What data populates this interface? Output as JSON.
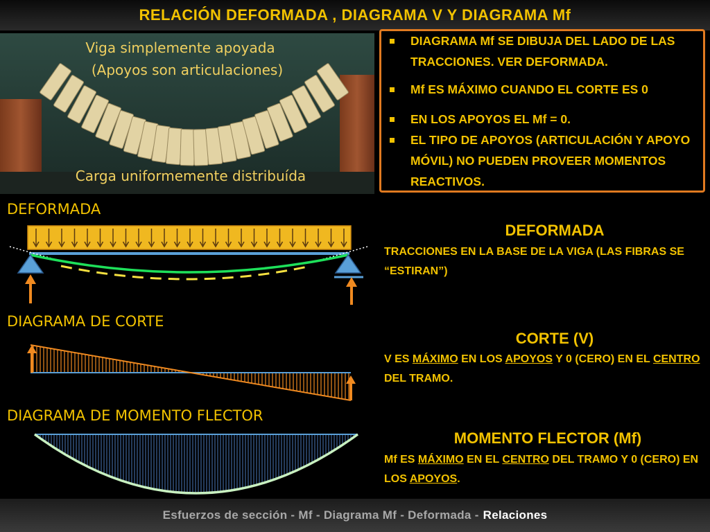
{
  "title": "RELACIÓN DEFORMADA , DIAGRAMA V Y DIAGRAMA Mf",
  "photo": {
    "caption_line1": "Viga simplemente apoyada",
    "caption_line2": "(Apoyos son articulaciones)",
    "caption_bottom": "Carga uniformemente distribuída"
  },
  "notes": [
    "DIAGRAMA  Mf SE DIBUJA DEL LADO DE LAS TRACCIONES. VER DEFORMADA.",
    "Mf  ES MÁXIMO CUANDO EL CORTE ES 0",
    "EN LOS APOYOS EL Mf = 0.",
    "EL TIPO DE APOYOS (ARTICULACIÓN Y APOYO MÓVIL) NO PUEDEN PROVEER MOMENTOS REACTIVOS."
  ],
  "sections": {
    "deformada_label": "DEFORMADA",
    "corte_label": "DIAGRAMA DE CORTE",
    "momento_label": "DIAGRAMA DE MOMENTO FLECTOR"
  },
  "explanations": {
    "deformada": {
      "heading": "DEFORMADA",
      "text": "TRACCIONES EN LA BASE DE LA VIGA (LAS FIBRAS SE “ESTIRAN”)"
    },
    "corte": {
      "heading": "CORTE (V)",
      "p1": "V ES ",
      "u1": "MÁXIMO",
      "p2": " EN LOS ",
      "u2": "APOYOS",
      "p3": " Y 0 (CERO) EN EL ",
      "u3": "CENTRO",
      "p4": " DEL TRAMO."
    },
    "momento": {
      "heading": "MOMENTO FLECTOR (Mf)",
      "p1": "Mf ES ",
      "u1": "MÁXIMO",
      "p2": " EN EL ",
      "u2": "CENTRO",
      "p3": " DEL TRAMO Y 0 (CERO) EN LOS ",
      "u3": "APOYOS",
      "p4": "."
    }
  },
  "footer": {
    "path": "Esfuerzos de sección  -  Mf - Diagrama Mf - Deformada -",
    "current": "Relaciones"
  },
  "colors": {
    "accent_yellow": "#f2c200",
    "box_orange": "#e07a20",
    "beam_line": "#5aa0d8",
    "deflection_green": "#1ee05a",
    "dashed_yellow": "#f5e040",
    "arrow_orange": "#f08a20",
    "moment_fill": "#2a4a78",
    "moment_curve": "#c8f0c0"
  }
}
